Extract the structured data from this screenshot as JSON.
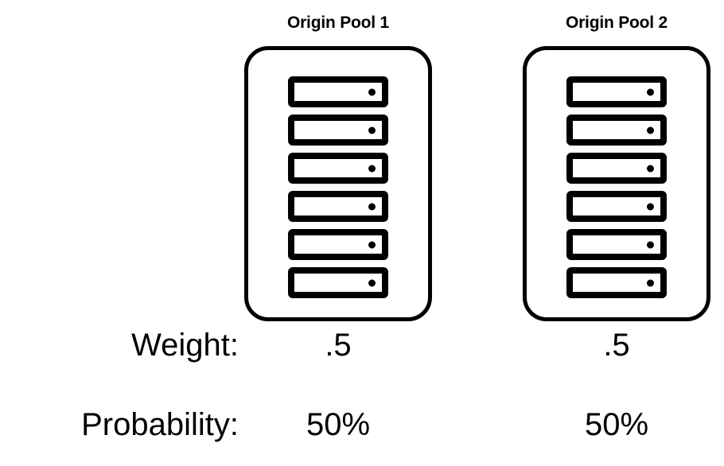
{
  "background_color": "#ffffff",
  "stroke_color": "#000000",
  "diagram": {
    "type": "load-balancer-origin-pool-weighting",
    "pools": [
      {
        "title": "Origin Pool 1",
        "server_count": 6,
        "servers": [
          {
            "led": "status-dot"
          },
          {
            "led": "status-dot"
          },
          {
            "led": "status-dot"
          },
          {
            "led": "status-dot"
          },
          {
            "led": "status-dot"
          },
          {
            "led": "status-dot"
          }
        ],
        "weight": ".5",
        "probability": "50%"
      },
      {
        "title": "Origin Pool 2",
        "server_count": 6,
        "servers": [
          {
            "led": "status-dot"
          },
          {
            "led": "status-dot"
          },
          {
            "led": "status-dot"
          },
          {
            "led": "status-dot"
          },
          {
            "led": "status-dot"
          },
          {
            "led": "status-dot"
          }
        ],
        "weight": ".5",
        "probability": "50%"
      }
    ],
    "rows": {
      "weight_label": "Weight:",
      "probability_label": "Probability:"
    }
  }
}
